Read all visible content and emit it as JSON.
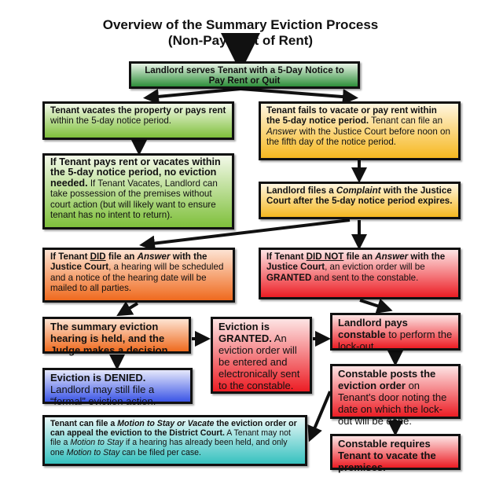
{
  "title": {
    "line1": "Overview of the Summary Eviction Process",
    "line2": "(Non-Payment of Rent)"
  },
  "boxes": [
    {
      "id": "notice",
      "color": "green-dark",
      "segments": [
        {
          "t": "Landlord serves Tenant with a 5-Day Notice to Pay Rent or Quit",
          "b": true
        }
      ]
    },
    {
      "id": "tenant-vacates",
      "color": "green",
      "segments": [
        {
          "t": "Tenant vacates the property or pays rent",
          "b": true
        },
        {
          "t": " within the 5-day notice period."
        }
      ]
    },
    {
      "id": "tenant-fails",
      "color": "yellow",
      "segments": [
        {
          "t": "Tenant fails to vacate or pay rent within the 5-day notice period.",
          "b": true
        },
        {
          "t": " Tenant can file an "
        },
        {
          "t": "Answer",
          "i": true
        },
        {
          "t": " with the Justice Court before noon on the fifth day of the notice period."
        }
      ]
    },
    {
      "id": "no-eviction",
      "color": "green",
      "segments": [
        {
          "t": "If Tenant pays rent or vacates within the 5-day notice period, no eviction needed.",
          "b": true,
          "big": true
        },
        {
          "t": "  If Tenant Vacates, Landlord can take possession of the premises without court action (but will likely want to ensure tenant has no intent to return)."
        }
      ]
    },
    {
      "id": "complaint",
      "color": "yellow",
      "segments": [
        {
          "t": "Landlord files a ",
          "b": true
        },
        {
          "t": "Complaint",
          "b": true,
          "i": true
        },
        {
          "t": " with the Justice Court after the 5-day notice period expires.",
          "b": true
        }
      ]
    },
    {
      "id": "did-answer",
      "color": "orange",
      "segments": [
        {
          "t": "If Tenant ",
          "b": true
        },
        {
          "t": "DID",
          "b": true,
          "u": true
        },
        {
          "t": " file an ",
          "b": true
        },
        {
          "t": "Answer",
          "b": true,
          "i": true
        },
        {
          "t": " with the Justice Court",
          "b": true
        },
        {
          "t": ", a hearing will be scheduled and a notice of the hearing date will be mailed to all parties."
        }
      ]
    },
    {
      "id": "did-not-answer",
      "color": "red",
      "segments": [
        {
          "t": "If Tenant ",
          "b": true
        },
        {
          "t": "DID NOT",
          "b": true,
          "u": true
        },
        {
          "t": " file an ",
          "b": true
        },
        {
          "t": "Answer",
          "b": true,
          "i": true
        },
        {
          "t": " with the Justice Court",
          "b": true
        },
        {
          "t": ", an eviction order will be "
        },
        {
          "t": "GRANTED",
          "b": true
        },
        {
          "t": " and sent to the constable."
        }
      ]
    },
    {
      "id": "hearing",
      "color": "orange",
      "segments": [
        {
          "t": "The summary eviction hearing is held, and the Judge makes a decision.",
          "b": true
        }
      ]
    },
    {
      "id": "granted",
      "color": "red",
      "segments": [
        {
          "t": "Eviction is GRANTED.",
          "b": true
        },
        {
          "t": "  An eviction order will be entered and electronically sent to the constable."
        }
      ]
    },
    {
      "id": "landlord-pays",
      "color": "red",
      "segments": [
        {
          "t": "Landlord pays constable",
          "b": true
        },
        {
          "t": " to perform the lock-out."
        }
      ]
    },
    {
      "id": "denied",
      "color": "blue",
      "segments": [
        {
          "t": "Eviction is DENIED.",
          "b": true
        },
        {
          "t": " Landlord may still file a “formal” eviction action."
        }
      ]
    },
    {
      "id": "constable-posts",
      "color": "red",
      "segments": [
        {
          "t": "Constable posts the eviction order",
          "b": true
        },
        {
          "t": " on Tenant's door noting the date on which the lock-out will be done."
        }
      ]
    },
    {
      "id": "motion",
      "color": "teal",
      "segments": [
        {
          "t": "Tenant can file a ",
          "b": true
        },
        {
          "t": "Motion to Stay or Vacate",
          "b": true,
          "i": true
        },
        {
          "t": "  the eviction order or can appeal the eviction to the District Court.",
          "b": true
        },
        {
          "t": "  A Tenant may not file a "
        },
        {
          "t": "Motion to Stay",
          "i": true
        },
        {
          "t": " if a hearing has already been held, and only one "
        },
        {
          "t": "Motion to Stay",
          "i": true
        },
        {
          "t": " can be filed per case."
        }
      ]
    },
    {
      "id": "constable-requires",
      "color": "red",
      "segments": [
        {
          "t": "Constable requires Tenant to vacate the premises.",
          "b": true
        }
      ]
    }
  ]
}
